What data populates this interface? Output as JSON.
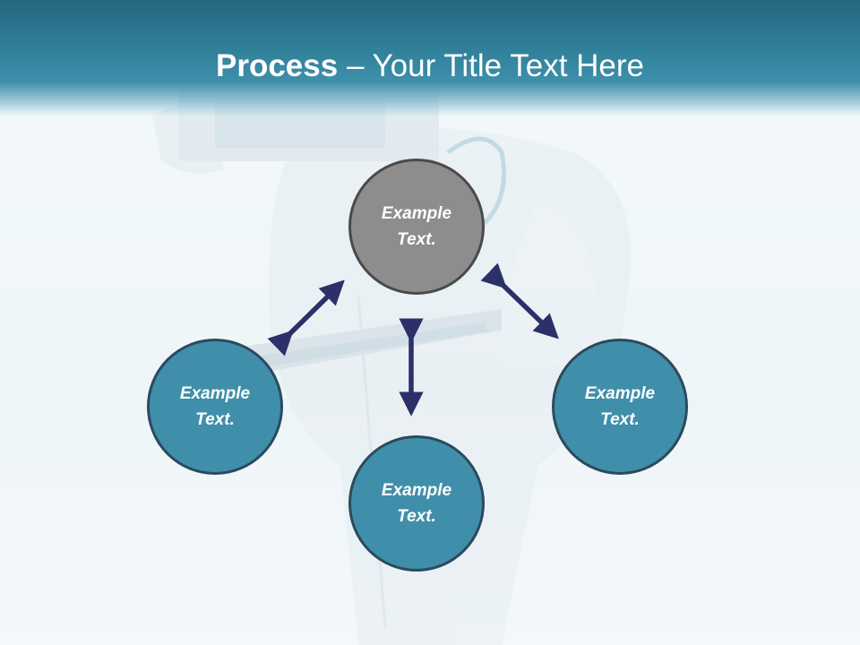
{
  "slide": {
    "title_bold": "Process",
    "title_rest": " – Your Title Text Here"
  },
  "nodes": [
    {
      "id": "top",
      "text": "Example Text.",
      "color": "#8d8d8d"
    },
    {
      "id": "left",
      "text": "Example Text.",
      "color": "#3f8faa"
    },
    {
      "id": "right",
      "text": "Example Text.",
      "color": "#3f8faa"
    },
    {
      "id": "bottom",
      "text": "Example Text.",
      "color": "#3f8faa"
    }
  ],
  "colors": {
    "header": "#2f7f99",
    "arrow": "#2b3168",
    "node_border": "#2b4a5e"
  },
  "background_image": "doctor-figure-holding-xray"
}
